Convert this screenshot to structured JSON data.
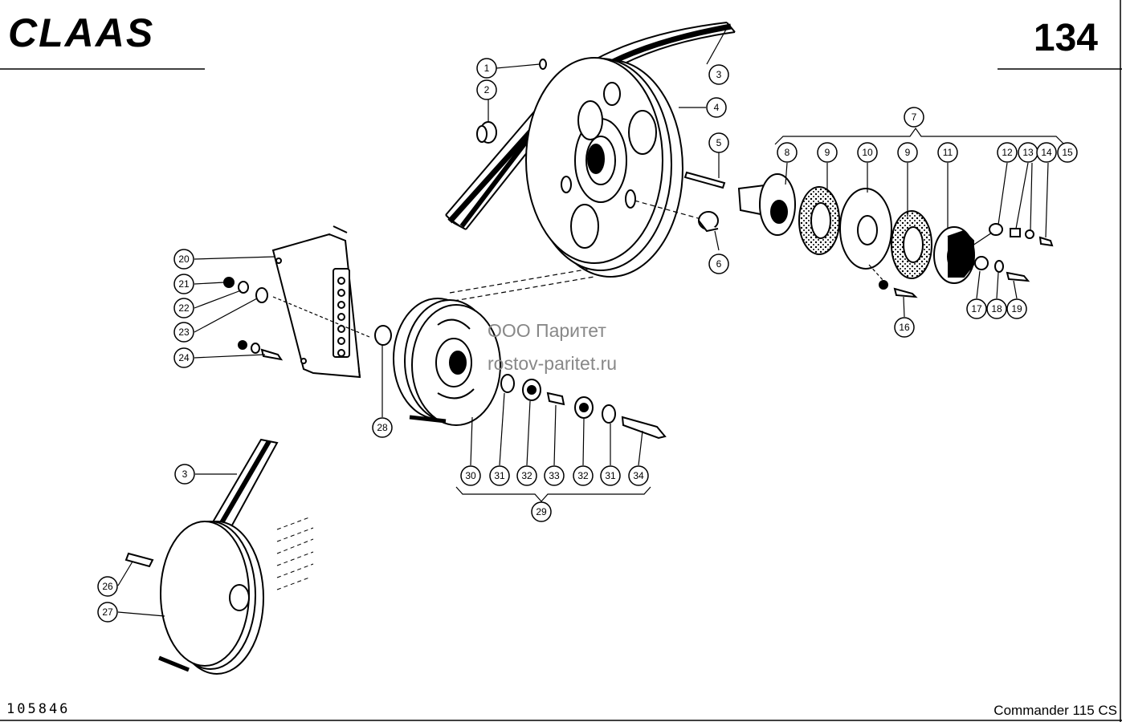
{
  "header": {
    "brand": "CLAAS",
    "page_number": "134"
  },
  "footer": {
    "drawing_number": "105846",
    "model": "Commander 115 CS"
  },
  "watermark": {
    "line1": "ООО Паритет",
    "line2": "rostov-paritet.ru"
  },
  "callouts": {
    "c1": "1",
    "c2": "2",
    "c3a": "3",
    "c3b": "3",
    "c4": "4",
    "c5": "5",
    "c6": "6",
    "c7": "7",
    "c8": "8",
    "c9a": "9",
    "c9b": "9",
    "c10": "10",
    "c11": "11",
    "c12": "12",
    "c13": "13",
    "c14": "14",
    "c15": "15",
    "c16": "16",
    "c17": "17",
    "c18": "18",
    "c19": "19",
    "c20": "20",
    "c21": "21",
    "c22": "22",
    "c23": "23",
    "c24": "24",
    "c26": "26",
    "c27": "27",
    "c28": "28",
    "c29": "29",
    "c30": "30",
    "c31a": "31",
    "c31b": "31",
    "c32a": "32",
    "c32b": "32",
    "c33": "33",
    "c34": "34"
  }
}
